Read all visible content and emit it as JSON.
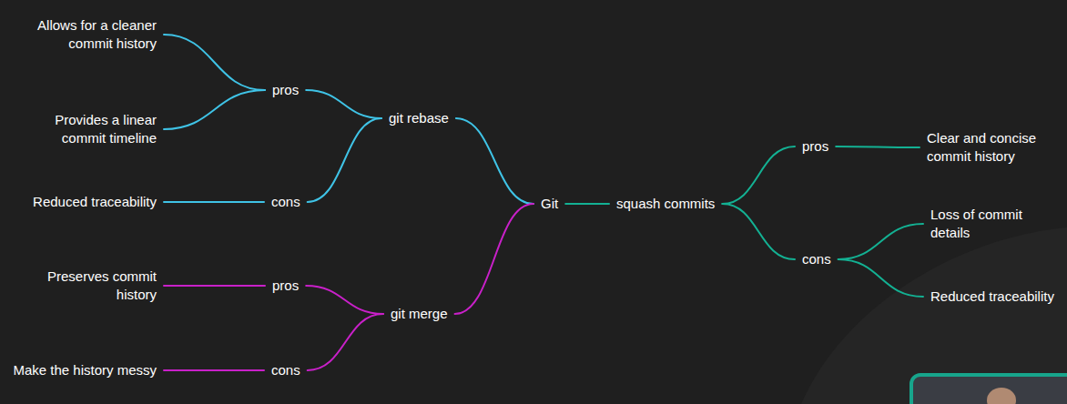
{
  "diagram": {
    "nodes": [
      {
        "text": [
          "Allows for a cleaner commit history"
        ]
      },
      {
        "text": [
          "pros"
        ]
      },
      {
        "text": [
          "Provides a linear commit timeline"
        ]
      },
      {
        "text": [
          "git rebase"
        ]
      },
      {
        "text": [
          "Reduced traceability"
        ]
      },
      {
        "text": [
          "cons"
        ]
      },
      {
        "text": [
          "Git"
        ]
      },
      {
        "text": [
          "squash commits"
        ]
      },
      {
        "text": [
          "pros"
        ]
      },
      {
        "text": [
          "Clear and concise commit history"
        ]
      },
      {
        "text": [
          "Loss of commit details"
        ]
      },
      {
        "text": [
          "cons"
        ]
      },
      {
        "text": [
          "Reduced traceability"
        ]
      },
      {
        "text": [
          "Preserves commit history"
        ]
      },
      {
        "text": [
          "pros"
        ]
      },
      {
        "text": [
          "git merge"
        ]
      },
      {
        "text": [
          "Make the history messy"
        ]
      },
      {
        "text": [
          "cons"
        ]
      }
    ],
    "edges": [
      {
        "from": 6,
        "to": 3,
        "arrow": "none"
      },
      {
        "from": 6,
        "to": 15,
        "arrow": "none"
      },
      {
        "from": 6,
        "to": 7,
        "arrow": "none"
      },
      {
        "from": 3,
        "to": 1,
        "arrow": "none"
      },
      {
        "from": 3,
        "to": 5,
        "arrow": "none"
      },
      {
        "from": 1,
        "to": 0,
        "arrow": "none"
      },
      {
        "from": 1,
        "to": 2,
        "arrow": "none"
      },
      {
        "from": 5,
        "to": 4,
        "arrow": "none"
      },
      {
        "from": 15,
        "to": 14,
        "arrow": "none"
      },
      {
        "from": 15,
        "to": 17,
        "arrow": "none"
      },
      {
        "from": 14,
        "to": 13,
        "arrow": "none"
      },
      {
        "from": 17,
        "to": 16,
        "arrow": "none"
      },
      {
        "from": 7,
        "to": 8,
        "arrow": "none"
      },
      {
        "from": 7,
        "to": 11,
        "arrow": "none"
      },
      {
        "from": 8,
        "to": 9,
        "arrow": "none"
      },
      {
        "from": 11,
        "to": 10,
        "arrow": "none"
      },
      {
        "from": 11,
        "to": 12,
        "arrow": "none"
      }
    ]
  }
}
